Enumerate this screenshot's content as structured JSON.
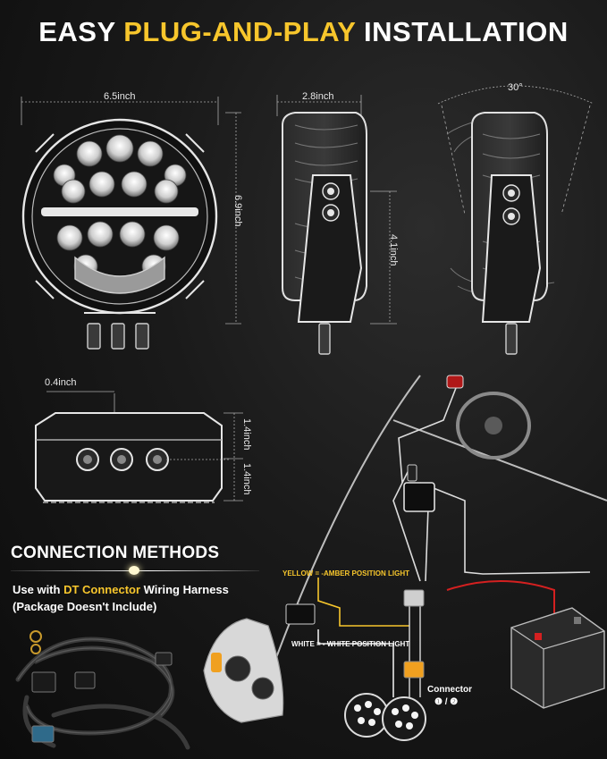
{
  "headline": {
    "part1": "EASY ",
    "part2": "PLUG-AND-PLAY",
    "part3": " INSTALLATION"
  },
  "dimensions": {
    "front_width": "6.5inch",
    "front_height": "6.9inch",
    "side_depth": "2.8inch",
    "side_bracket": "4.1inch",
    "tilt_angle": "30°",
    "bottom_offset": "0.4inch",
    "bottom_spacing_1": "1.4inch",
    "bottom_spacing_2": "1.4inch"
  },
  "connection": {
    "title": "CONNECTION METHODS",
    "use_prefix": "Use with ",
    "use_highlight": "DT Connector",
    "use_suffix": " Wiring Harness",
    "package_note": "(Package Doesn't Include)",
    "yellow_label": "YELLOW = -AMBER POSITION LIGHT",
    "white_label": "WHITE = - WHITE POSITION LIGHT",
    "connector_label": "Connector",
    "connector_numbers": "❶ / ❷"
  },
  "colors": {
    "accent_yellow": "#f7c62c",
    "text_white": "#ffffff",
    "wire_red": "#d42020",
    "line_gray": "#9a9a9a"
  }
}
